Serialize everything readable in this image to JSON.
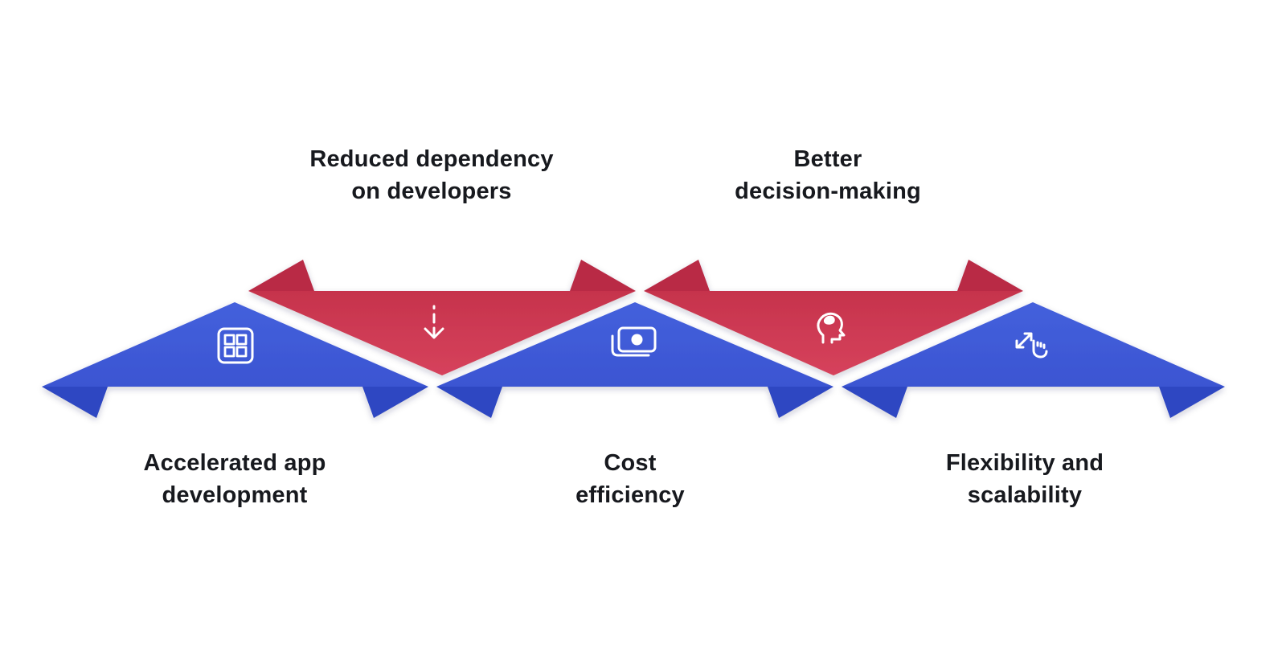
{
  "diagram": {
    "name": "low-code benefits ribbon infographic",
    "colors": {
      "blue": "#3B55D2",
      "blue_top": "#4460DC",
      "blue_fold": "#2E47C2",
      "red": "#D6425C",
      "red_top": "#C6334C",
      "red_fold": "#B92C44",
      "icon": "#FFFFFF",
      "text": "#17191E",
      "background": "#FFFFFF"
    },
    "items": [
      {
        "label": "Accelerated app\ndevelopment",
        "position": "bottom",
        "shape_color": "blue",
        "icon": "apps-grid-icon"
      },
      {
        "label": "Reduced dependency\non developers",
        "position": "top",
        "shape_color": "red",
        "icon": "dashed-down-arrow-icon"
      },
      {
        "label": "Cost\nefficiency",
        "position": "bottom",
        "shape_color": "blue",
        "icon": "money-icon"
      },
      {
        "label": "Better\ndecision-making",
        "position": "top",
        "shape_color": "red",
        "icon": "head-brain-icon"
      },
      {
        "label": "Flexibility and\nscalability",
        "position": "bottom",
        "shape_color": "blue",
        "icon": "flex-scale-icon"
      }
    ]
  }
}
